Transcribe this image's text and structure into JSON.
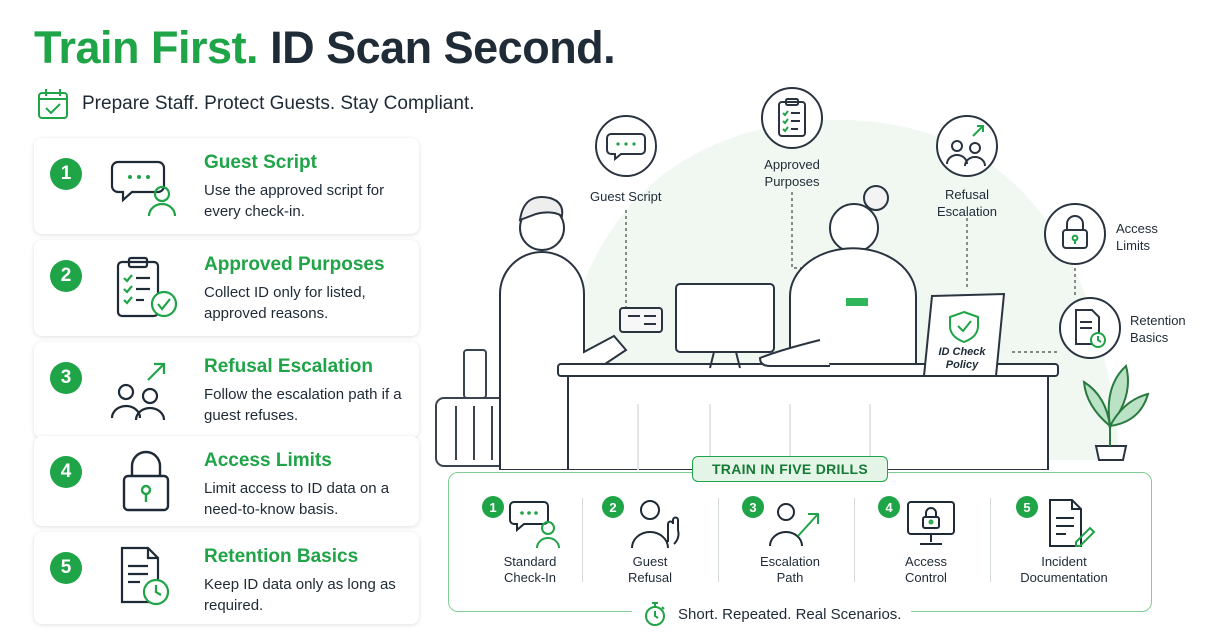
{
  "header": {
    "title_green": "Train First.",
    "title_dark": "ID Scan Second.",
    "subtitle": "Prepare Staff. Protect Guests. Stay Compliant."
  },
  "steps": [
    {
      "num": "1",
      "title": "Guest Script",
      "desc": "Use the approved script for every check-in.",
      "icon": "chat-person-icon"
    },
    {
      "num": "2",
      "title": "Approved Purposes",
      "desc": "Collect ID only for listed, approved reasons.",
      "icon": "clipboard-check-icon"
    },
    {
      "num": "3",
      "title": "Refusal Escalation",
      "desc": "Follow the escalation path if a guest refuses.",
      "icon": "people-escalate-icon"
    },
    {
      "num": "4",
      "title": "Access Limits",
      "desc": "Limit access to ID data on a need-to-know basis.",
      "icon": "padlock-icon"
    },
    {
      "num": "5",
      "title": "Retention Basics",
      "desc": "Keep ID data only as long as required.",
      "icon": "document-clock-icon"
    }
  ],
  "scene": {
    "labels": {
      "guest_script": "Guest Script",
      "approved_line1": "Approved",
      "approved_line2": "Purposes",
      "refusal_line1": "Refusal",
      "refusal_line2": "Escalation",
      "access_line1": "Access",
      "access_line2": "Limits",
      "retention_line1": "Retention",
      "retention_line2": "Basics"
    },
    "sign_line1": "ID Check",
    "sign_line2": "Policy"
  },
  "drills": {
    "title": "TRAIN IN FIVE DRILLS",
    "items": [
      {
        "num": "1",
        "line1": "Standard",
        "line2": "Check-In",
        "icon": "chat-person-icon"
      },
      {
        "num": "2",
        "line1": "Guest",
        "line2": "Refusal",
        "icon": "person-stop-hand-icon"
      },
      {
        "num": "3",
        "line1": "Escalation",
        "line2": "Path",
        "icon": "person-arrow-icon"
      },
      {
        "num": "4",
        "line1": "Access",
        "line2": "Control",
        "icon": "monitor-lock-icon"
      },
      {
        "num": "5",
        "line1": "Incident",
        "line2": "Documentation",
        "icon": "document-pen-icon"
      }
    ],
    "footer": "Short. Repeated. Real Scenarios."
  },
  "colors": {
    "accent": "#1fa447",
    "ink": "#1e2a36"
  }
}
